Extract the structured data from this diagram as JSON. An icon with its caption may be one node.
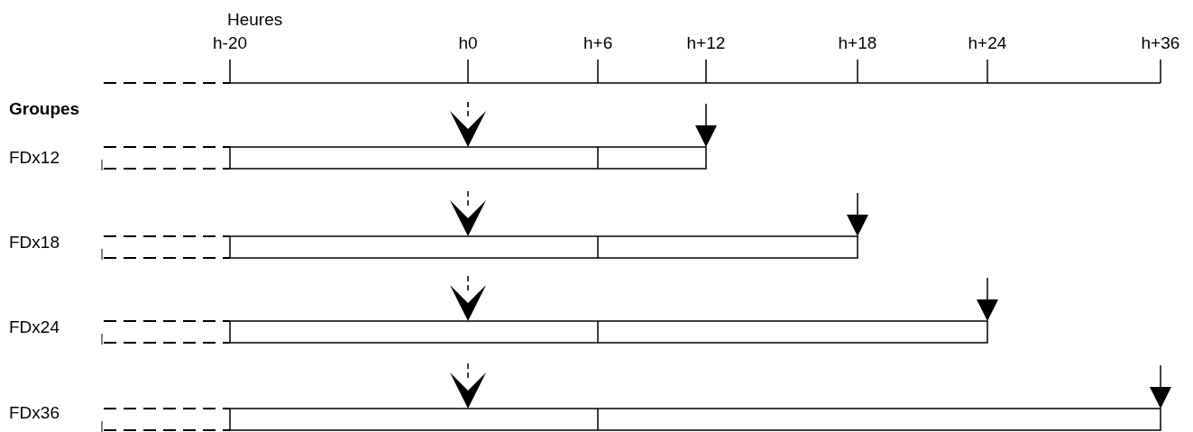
{
  "diagram": {
    "labels": [
      "Heures",
      "h-20",
      "h0",
      "h+6",
      "h+12",
      "h+18",
      "h+24",
      "h+36",
      "Groupes",
      "FDx12",
      "FDx18",
      "FDx24",
      "FDx36"
    ]
  }
}
